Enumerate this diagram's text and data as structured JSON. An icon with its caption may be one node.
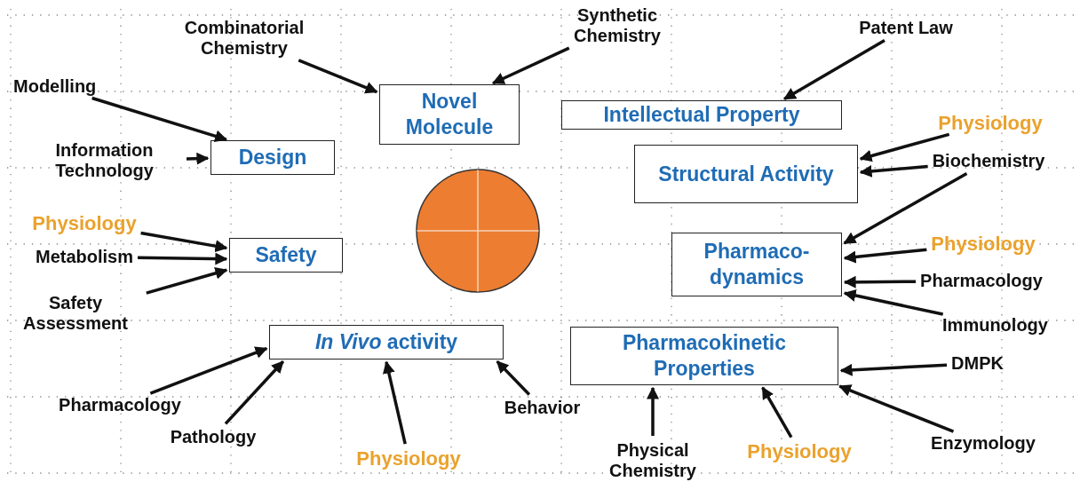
{
  "diagram": {
    "nodes": [
      {
        "text": [
          "Design"
        ]
      },
      {
        "text": [
          "Novel Molecule"
        ]
      },
      {
        "text": [
          "Intellectual Property"
        ]
      },
      {
        "text": [
          "Structural Activity"
        ]
      },
      {
        "text": [
          "Safety"
        ]
      },
      {
        "text": [
          "Pharmaco- dynamics"
        ]
      },
      {
        "text": [
          "*In Vivo* activity"
        ]
      },
      {
        "text": [
          "Pharmacokinetic Properties"
        ]
      },
      {
        "text": [],
        "shape": "circle"
      },
      {
        "text": [
          "Modelling"
        ]
      },
      {
        "text": [
          "Information Technology"
        ]
      },
      {
        "text": [
          "Combinatorial Chemistry"
        ]
      },
      {
        "text": [
          "Synthetic Chemistry"
        ]
      },
      {
        "text": [
          "Patent Law"
        ]
      },
      {
        "text": [
          "Physiology"
        ]
      },
      {
        "text": [
          "Biochemistry"
        ]
      },
      {
        "text": [
          "Physiology"
        ]
      },
      {
        "text": [
          "Pharmacology"
        ]
      },
      {
        "text": [
          "Immunology"
        ]
      },
      {
        "text": [
          "DMPK"
        ]
      },
      {
        "text": [
          "Enzymology"
        ]
      },
      {
        "text": [
          "Physiology"
        ]
      },
      {
        "text": [
          "Physical Chemistry"
        ]
      },
      {
        "text": [
          "Behavior"
        ]
      },
      {
        "text": [
          "Physiology"
        ]
      },
      {
        "text": [
          "Pathology"
        ]
      },
      {
        "text": [
          "Pharmacology"
        ]
      },
      {
        "text": [
          "Physiology"
        ]
      },
      {
        "text": [
          "Metabolism"
        ]
      },
      {
        "text": [
          "Safety Assessment"
        ]
      }
    ],
    "edges": [
      {
        "from": 9,
        "to": 0,
        "arrow": "to"
      },
      {
        "from": 10,
        "to": 0,
        "arrow": "to"
      },
      {
        "from": 11,
        "to": 1,
        "arrow": "to"
      },
      {
        "from": 12,
        "to": 1,
        "arrow": "to"
      },
      {
        "from": 13,
        "to": 2,
        "arrow": "to"
      },
      {
        "from": 14,
        "to": 3,
        "arrow": "to"
      },
      {
        "from": 15,
        "to": 3,
        "arrow": "to"
      },
      {
        "from": 15,
        "to": 5,
        "arrow": "to"
      },
      {
        "from": 16,
        "to": 5,
        "arrow": "to"
      },
      {
        "from": 17,
        "to": 5,
        "arrow": "to"
      },
      {
        "from": 18,
        "to": 5,
        "arrow": "to"
      },
      {
        "from": 19,
        "to": 7,
        "arrow": "to"
      },
      {
        "from": 20,
        "to": 7,
        "arrow": "to"
      },
      {
        "from": 21,
        "to": 7,
        "arrow": "to"
      },
      {
        "from": 22,
        "to": 7,
        "arrow": "to"
      },
      {
        "from": 23,
        "to": 6,
        "arrow": "to"
      },
      {
        "from": 24,
        "to": 6,
        "arrow": "to"
      },
      {
        "from": 25,
        "to": 6,
        "arrow": "to"
      },
      {
        "from": 26,
        "to": 6,
        "arrow": "to"
      },
      {
        "from": 27,
        "to": 4,
        "arrow": "to"
      },
      {
        "from": 28,
        "to": 4,
        "arrow": "to"
      },
      {
        "from": 29,
        "to": 4,
        "arrow": "to"
      }
    ]
  }
}
